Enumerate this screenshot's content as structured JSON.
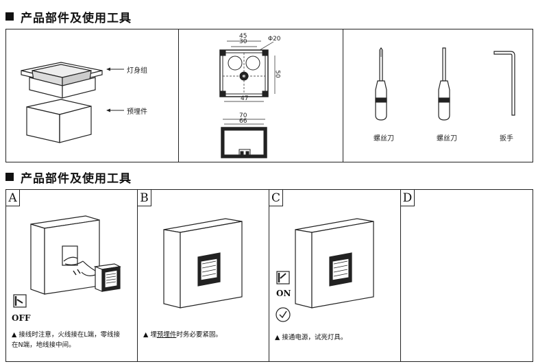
{
  "top_section": {
    "title": "产品部件及使用工具",
    "parts": [
      {
        "label": "灯身组",
        "icon": "lamp-body-drawing"
      },
      {
        "label": "预埋件",
        "icon": "embedded-box-drawing"
      }
    ],
    "dimensions": {
      "width_outer": "45",
      "width_inner": "30",
      "hole": "Φ20",
      "height": "50",
      "bottom_span": "47",
      "box_outer": "70",
      "box_inner": "66"
    },
    "tools": [
      {
        "label": "螺丝刀",
        "icon": "phillips-screwdriver-icon"
      },
      {
        "label": "螺丝刀",
        "icon": "flathead-screwdriver-icon"
      },
      {
        "label": "扳手",
        "icon": "hex-key-icon"
      }
    ]
  },
  "bottom_section": {
    "title": "产品部件及使用工具",
    "steps": [
      {
        "letter": "A",
        "state": "OFF",
        "note_line1": "▲ 接线时注意，火线接在L端，零线接",
        "note_line2": "在N端，地线接中间。"
      },
      {
        "letter": "B",
        "note_prefix": "▲ 埋",
        "note_underlined": "预埋件",
        "note_suffix": "时务必要紧固。"
      },
      {
        "letter": "C",
        "state": "ON",
        "note": "▲ 接通电源，试亮灯具。"
      },
      {
        "letter": "D"
      }
    ]
  }
}
